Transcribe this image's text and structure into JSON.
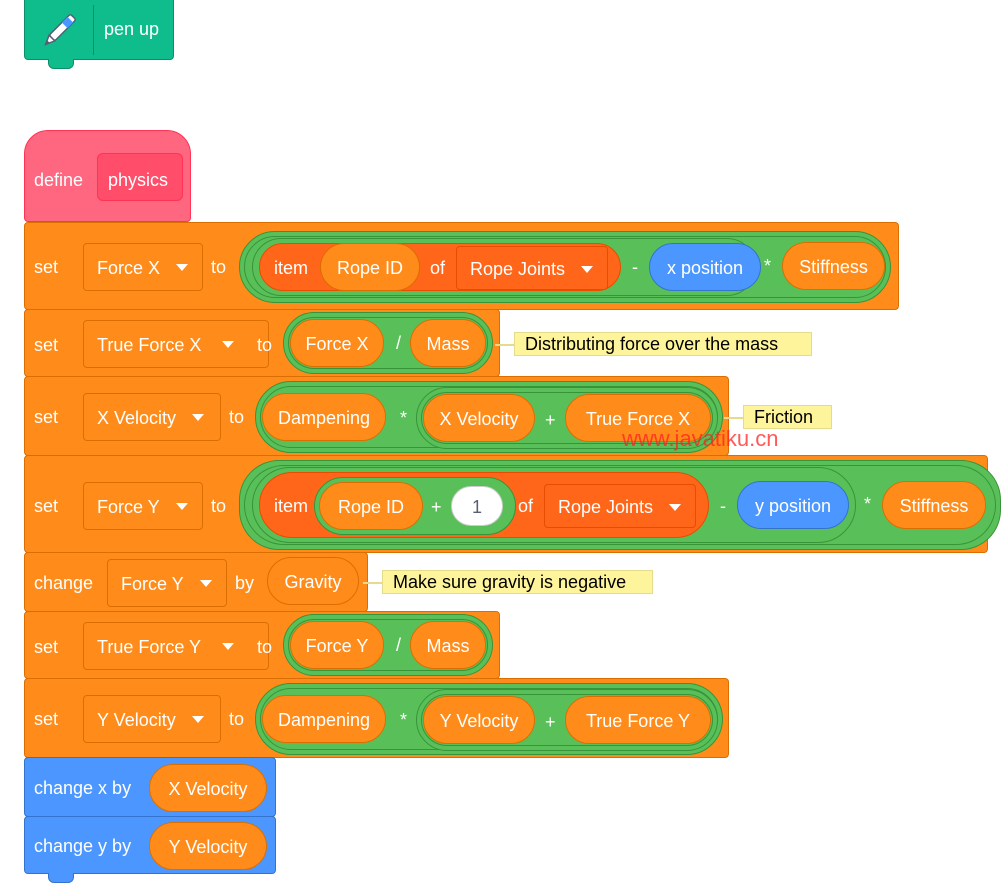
{
  "colors": {
    "variables": "#ff8c1a",
    "lists": "#ff661a",
    "operators": "#59c059",
    "motion": "#4c97ff",
    "pen": "#0fbd8c",
    "custom": "#ff6680",
    "comment": "#fef49c"
  },
  "pen_block": {
    "icon": "pen-icon",
    "label": "pen up"
  },
  "define_block": {
    "keyword": "define",
    "name": "physics"
  },
  "rows": {
    "r1": {
      "verb": "set",
      "var": "Force X",
      "to": "to",
      "item": "item",
      "rope_id": "Rope ID",
      "of": "of",
      "list": "Rope Joints",
      "minus": "-",
      "pos": "x position",
      "times": "*",
      "stiff": "Stiffness"
    },
    "r2": {
      "verb": "set",
      "var": "True Force X",
      "to": "to",
      "a": "Force X",
      "op": "/",
      "b": "Mass"
    },
    "r3": {
      "verb": "set",
      "var": "X Velocity",
      "to": "to",
      "a": "Dampening",
      "op": "*",
      "b": "X Velocity",
      "plus": "+",
      "c": "True Force X"
    },
    "r4": {
      "verb": "set",
      "var": "Force Y",
      "to": "to",
      "item": "item",
      "rope_id": "Rope ID",
      "plus": "+",
      "one": "1",
      "of": "of",
      "list": "Rope Joints",
      "minus": "-",
      "pos": "y position",
      "times": "*",
      "stiff": "Stiffness"
    },
    "r5": {
      "verb": "change",
      "var": "Force Y",
      "by": "by",
      "val": "Gravity"
    },
    "r6": {
      "verb": "set",
      "var": "True Force Y",
      "to": "to",
      "a": "Force Y",
      "op": "/",
      "b": "Mass"
    },
    "r7": {
      "verb": "set",
      "var": "Y Velocity",
      "to": "to",
      "a": "Dampening",
      "op": "*",
      "b": "Y Velocity",
      "plus": "+",
      "c": "True Force Y"
    },
    "r8": {
      "label": "change x by",
      "val": "X Velocity"
    },
    "r9": {
      "label": "change y by",
      "val": "Y Velocity"
    }
  },
  "comments": {
    "c1": "Distributing force over the mass",
    "c2": "Friction",
    "c3": "Make sure gravity is negative"
  },
  "watermark": "www.javatiku.cn"
}
